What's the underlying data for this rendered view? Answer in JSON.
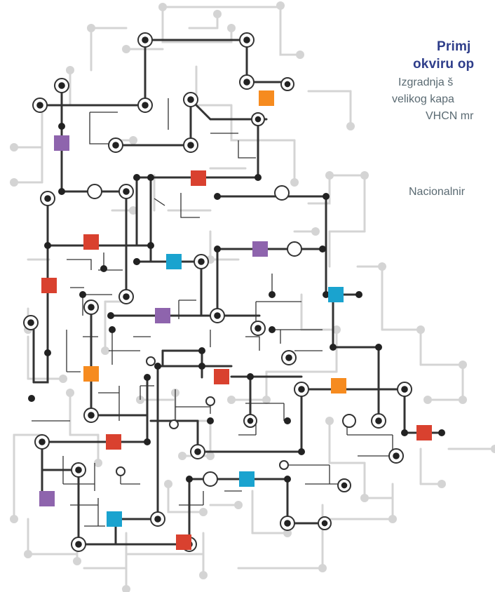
{
  "title_lines": [
    "Primj",
    "okviru op"
  ],
  "subtitle_lines": [
    "Izgradnja š",
    "velikog kapa",
    "VHCN mr"
  ],
  "footer_line": "Nacionalnir",
  "colors": {
    "title": "#2e3d8a",
    "body_text": "#5a6a72",
    "line_dark": "#333333",
    "line_light": "#d4d4d4",
    "node_orange": "#f68b1f",
    "node_purple": "#8e64ad",
    "node_red": "#d9412f",
    "node_blue": "#1aa3cf"
  }
}
